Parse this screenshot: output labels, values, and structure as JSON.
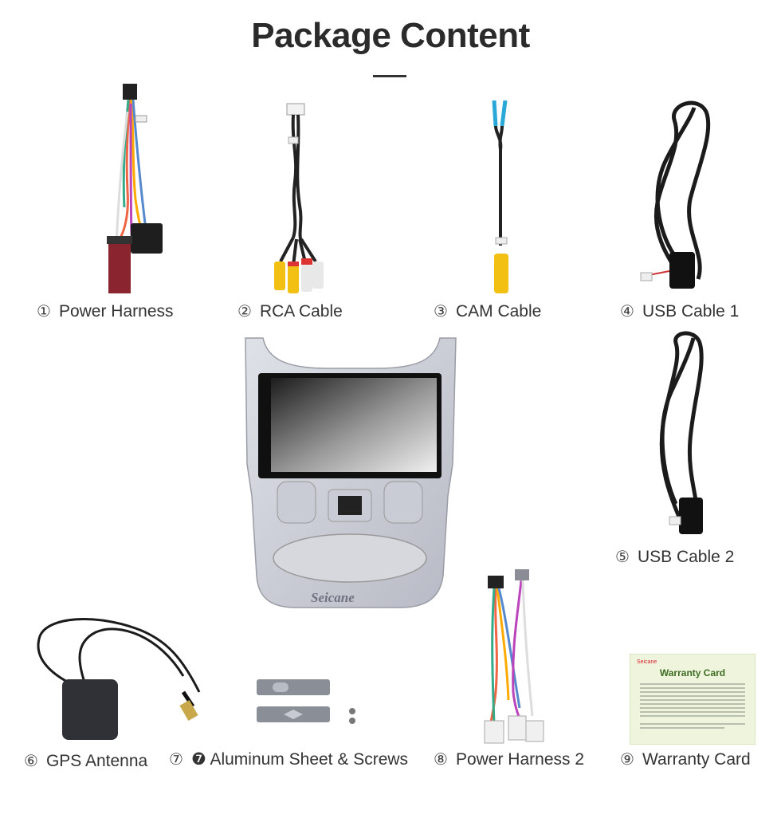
{
  "header": {
    "title": "Package Content"
  },
  "items": [
    {
      "num": "①",
      "label": "Power Harness"
    },
    {
      "num": "②",
      "label": "RCA Cable"
    },
    {
      "num": "③",
      "label": "CAM Cable"
    },
    {
      "num": "④",
      "label": "USB Cable 1"
    },
    {
      "num": "⑤",
      "label": "USB Cable 2"
    },
    {
      "num": "⑥",
      "label": "GPS Antenna"
    },
    {
      "num": "⑦",
      "label": "❼ Aluminum Sheet & Screws"
    },
    {
      "num": "⑧",
      "label": "Power Harness 2"
    },
    {
      "num": "⑨",
      "label": "Warranty Card"
    }
  ],
  "radio": {
    "brand": "Seicane"
  },
  "warranty_card": {
    "brand": "Seicane",
    "title": "Warranty Card"
  }
}
